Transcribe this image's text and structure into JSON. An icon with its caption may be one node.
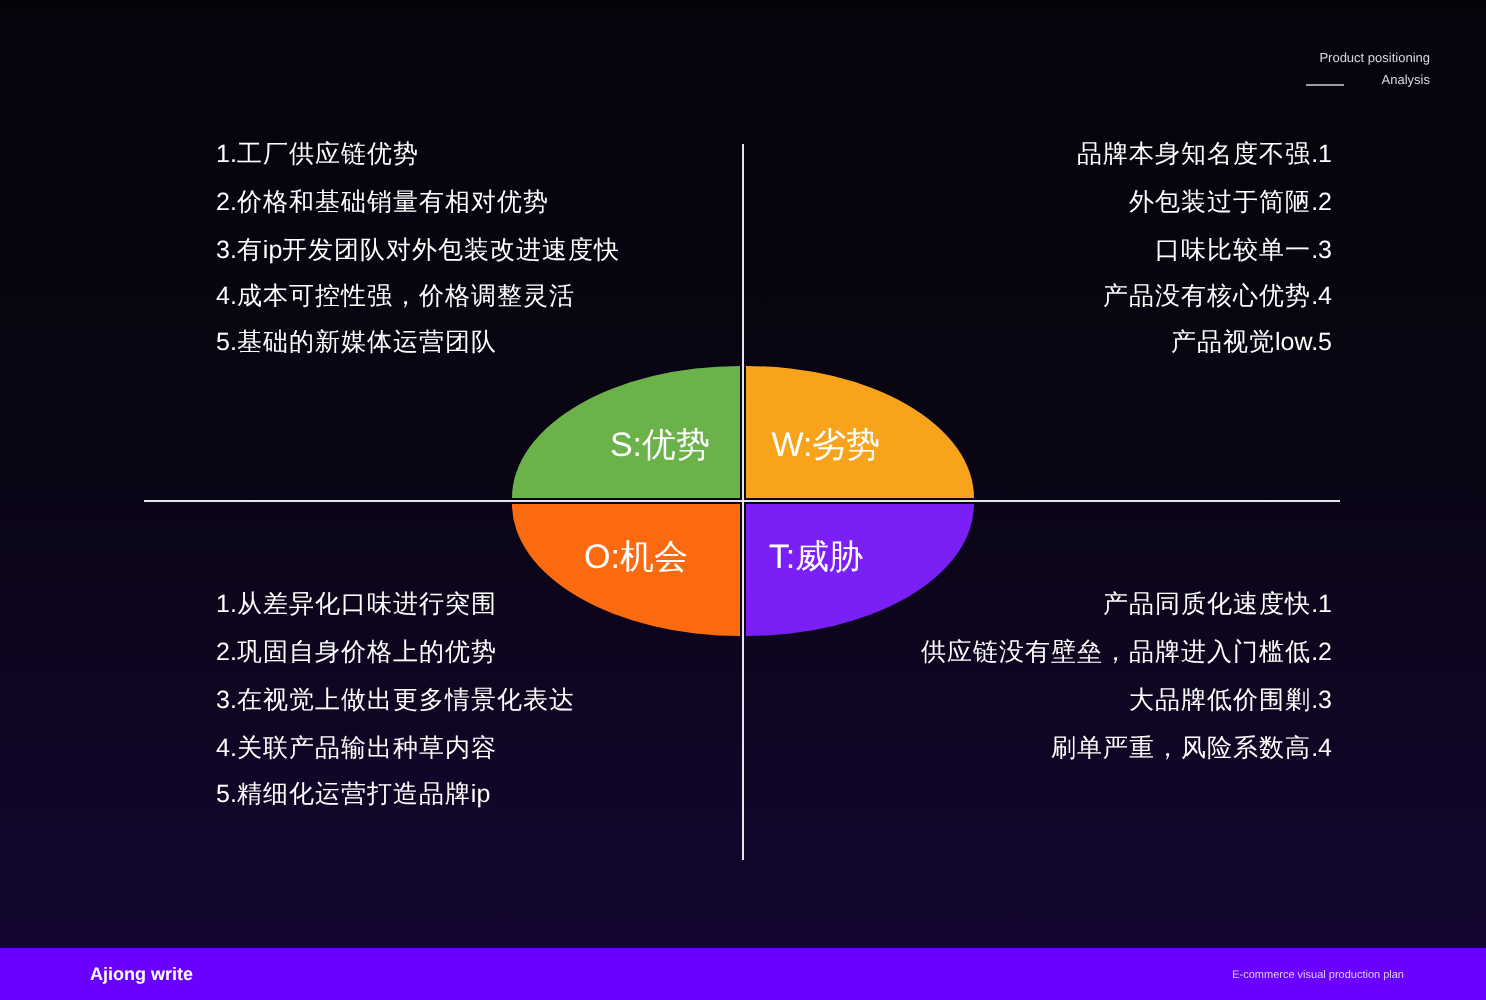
{
  "diagram": {
    "nodes": [
      {
        "text": [
          "S:优势"
        ]
      },
      {
        "text": [
          "W:劣势"
        ]
      },
      {
        "text": [
          "O:机会"
        ]
      },
      {
        "text": [
          "T:威胁"
        ]
      }
    ],
    "labels": [
      "Product positioning",
      "Analysis",
      "1.工厂供应链优势",
      "2.价格和基础销量有相对优势",
      "3.有ip开发团队对外包装改进速度快",
      "4.成本可控性强，价格调整灵活",
      "5.基础的新媒体运营团队",
      "品牌本身知名度不强.1",
      "外包装过于简陋.2",
      "口味比较单一.3",
      "产品没有核心优势.4",
      "产品视觉low.5",
      "1.从差异化口味进行突围",
      "2.巩固自身价格上的优势",
      "3.在视觉上做出更多情景化表达",
      "4.关联产品输出种草内容",
      "5.精细化运营打造品牌ip",
      "产品同质化速度快.1",
      "供应链没有壁垒，品牌进入门槛低.2",
      "大品牌低价围剿.3",
      "刷单严重，风险系数高.4",
      "Ajiong write",
      "E-commerce visual production plan"
    ]
  }
}
